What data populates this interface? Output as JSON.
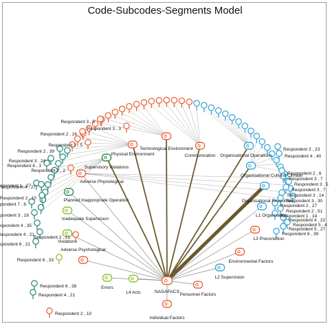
{
  "title": "Code-Subcodes-Segments Model",
  "colors": {
    "orange": "#e8643c",
    "green": "#2d8a4e",
    "blue": "#3aa6d6",
    "lime": "#8dbf2e",
    "teal": "#2e8a80",
    "edge_thick": "#6b5a2e",
    "edge_thin": "#8a8a8a"
  },
  "central": {
    "label": "NASAFACS",
    "color": "orange"
  },
  "codes": [
    {
      "label": "Individual Factors",
      "color": "orange",
      "weight": 1
    },
    {
      "label": "Personnel Factors",
      "color": "orange",
      "weight": 1
    },
    {
      "label": "L2 Supervision",
      "color": "blue",
      "weight": 1
    },
    {
      "label": "Environmental Factors",
      "color": "orange",
      "weight": 1
    },
    {
      "label": "L3 Precondition",
      "color": "orange",
      "weight": 1
    },
    {
      "label": "L1 Organisation",
      "color": "blue",
      "weight": 1
    },
    {
      "label": "Organisational Resources",
      "color": "blue",
      "weight": 5
    },
    {
      "label": "Organisational Cultural Climate",
      "color": "blue",
      "weight": 2
    },
    {
      "label": "Organisational Operations",
      "color": "blue",
      "weight": 2
    },
    {
      "label": "Communication",
      "color": "orange",
      "weight": 2
    },
    {
      "label": "Technological Environment",
      "color": "orange",
      "weight": 2
    },
    {
      "label": "Physical Environment",
      "color": "orange",
      "weight": 2
    },
    {
      "label": "Supervisory Violations",
      "color": "green",
      "weight": 2
    },
    {
      "label": "Adverse Physiological",
      "color": "orange",
      "weight": 1
    },
    {
      "label": "Planned Inappropriate Operation",
      "color": "green",
      "weight": 1
    },
    {
      "label": "Inadequate Supervision",
      "color": "lime",
      "weight": 1
    },
    {
      "label": "Violations",
      "color": "lime",
      "weight": 1
    },
    {
      "label": "Adverse Psychological",
      "color": "orange",
      "weight": 1
    },
    {
      "label": "Errors",
      "color": "lime",
      "weight": 1
    },
    {
      "label": "L4 Acts",
      "color": "lime",
      "weight": 1
    }
  ],
  "segments": [
    {
      "label": "Respondent 3 , 5",
      "color": "orange"
    },
    {
      "label": "Respondent 2 , 16",
      "color": "orange"
    },
    {
      "label": "Respondent 3 , 3",
      "color": "orange"
    },
    {
      "label": "Respondent 2 , 5",
      "color": "orange"
    },
    {
      "label": "Respondent 2 , 39",
      "color": "teal"
    },
    {
      "label": "Respondent 3 , 24",
      "color": "teal"
    },
    {
      "label": "Respondent 2 , 2",
      "color": "orange"
    },
    {
      "label": "Respondent 6 , 3",
      "color": "teal"
    },
    {
      "label": "Respondent 1 , 27",
      "color": "teal"
    },
    {
      "label": "Respondent 2 , 10",
      "color": "teal"
    },
    {
      "label": "Respondent 7 , 6",
      "color": "teal"
    },
    {
      "label": "Respondent 3 , 16",
      "color": "teal"
    },
    {
      "label": "Respondent 4 , 35",
      "color": "teal"
    },
    {
      "label": "Respondent 6 , 21",
      "color": "teal"
    },
    {
      "label": "Respondent 6 , 33",
      "color": "lime"
    },
    {
      "label": "Respondent 4 , 21",
      "color": "teal"
    },
    {
      "label": "Respondent 2 , 21",
      "color": "orange"
    },
    {
      "label": "Respondent 4 , 27",
      "color": "teal"
    },
    {
      "label": "Respondent 3 , 23",
      "color": "blue"
    },
    {
      "label": "Respondent 4 , 40",
      "color": "blue"
    },
    {
      "label": "Respondent 2 , 6",
      "color": "blue"
    },
    {
      "label": "Respondent 3 , 7",
      "color": "blue"
    },
    {
      "label": "Respondent 3 , 5",
      "color": "blue"
    },
    {
      "label": "Respondent 3 , 7",
      "color": "blue"
    },
    {
      "label": "Respondent 3 , 14",
      "color": "blue"
    },
    {
      "label": "Respondent 3 , 30",
      "color": "blue"
    },
    {
      "label": "Respondent 2 , 27",
      "color": "blue"
    },
    {
      "label": "Respondent 2 , 51",
      "color": "blue"
    },
    {
      "label": "Respondent 1 , 14",
      "color": "blue"
    },
    {
      "label": "Respondent 4 , 22",
      "color": "blue"
    },
    {
      "label": "Respondent 5 , 4",
      "color": "blue"
    },
    {
      "label": "Respondent 5 , 27",
      "color": "blue"
    },
    {
      "label": "Respondent 6 , 39",
      "color": "blue"
    },
    {
      "label": "Respondent 6 , 38",
      "color": "teal"
    },
    {
      "label": "Respondent 4 , 21",
      "color": "teal"
    },
    {
      "label": "Respondent 2 , 10",
      "color": "orange"
    }
  ]
}
